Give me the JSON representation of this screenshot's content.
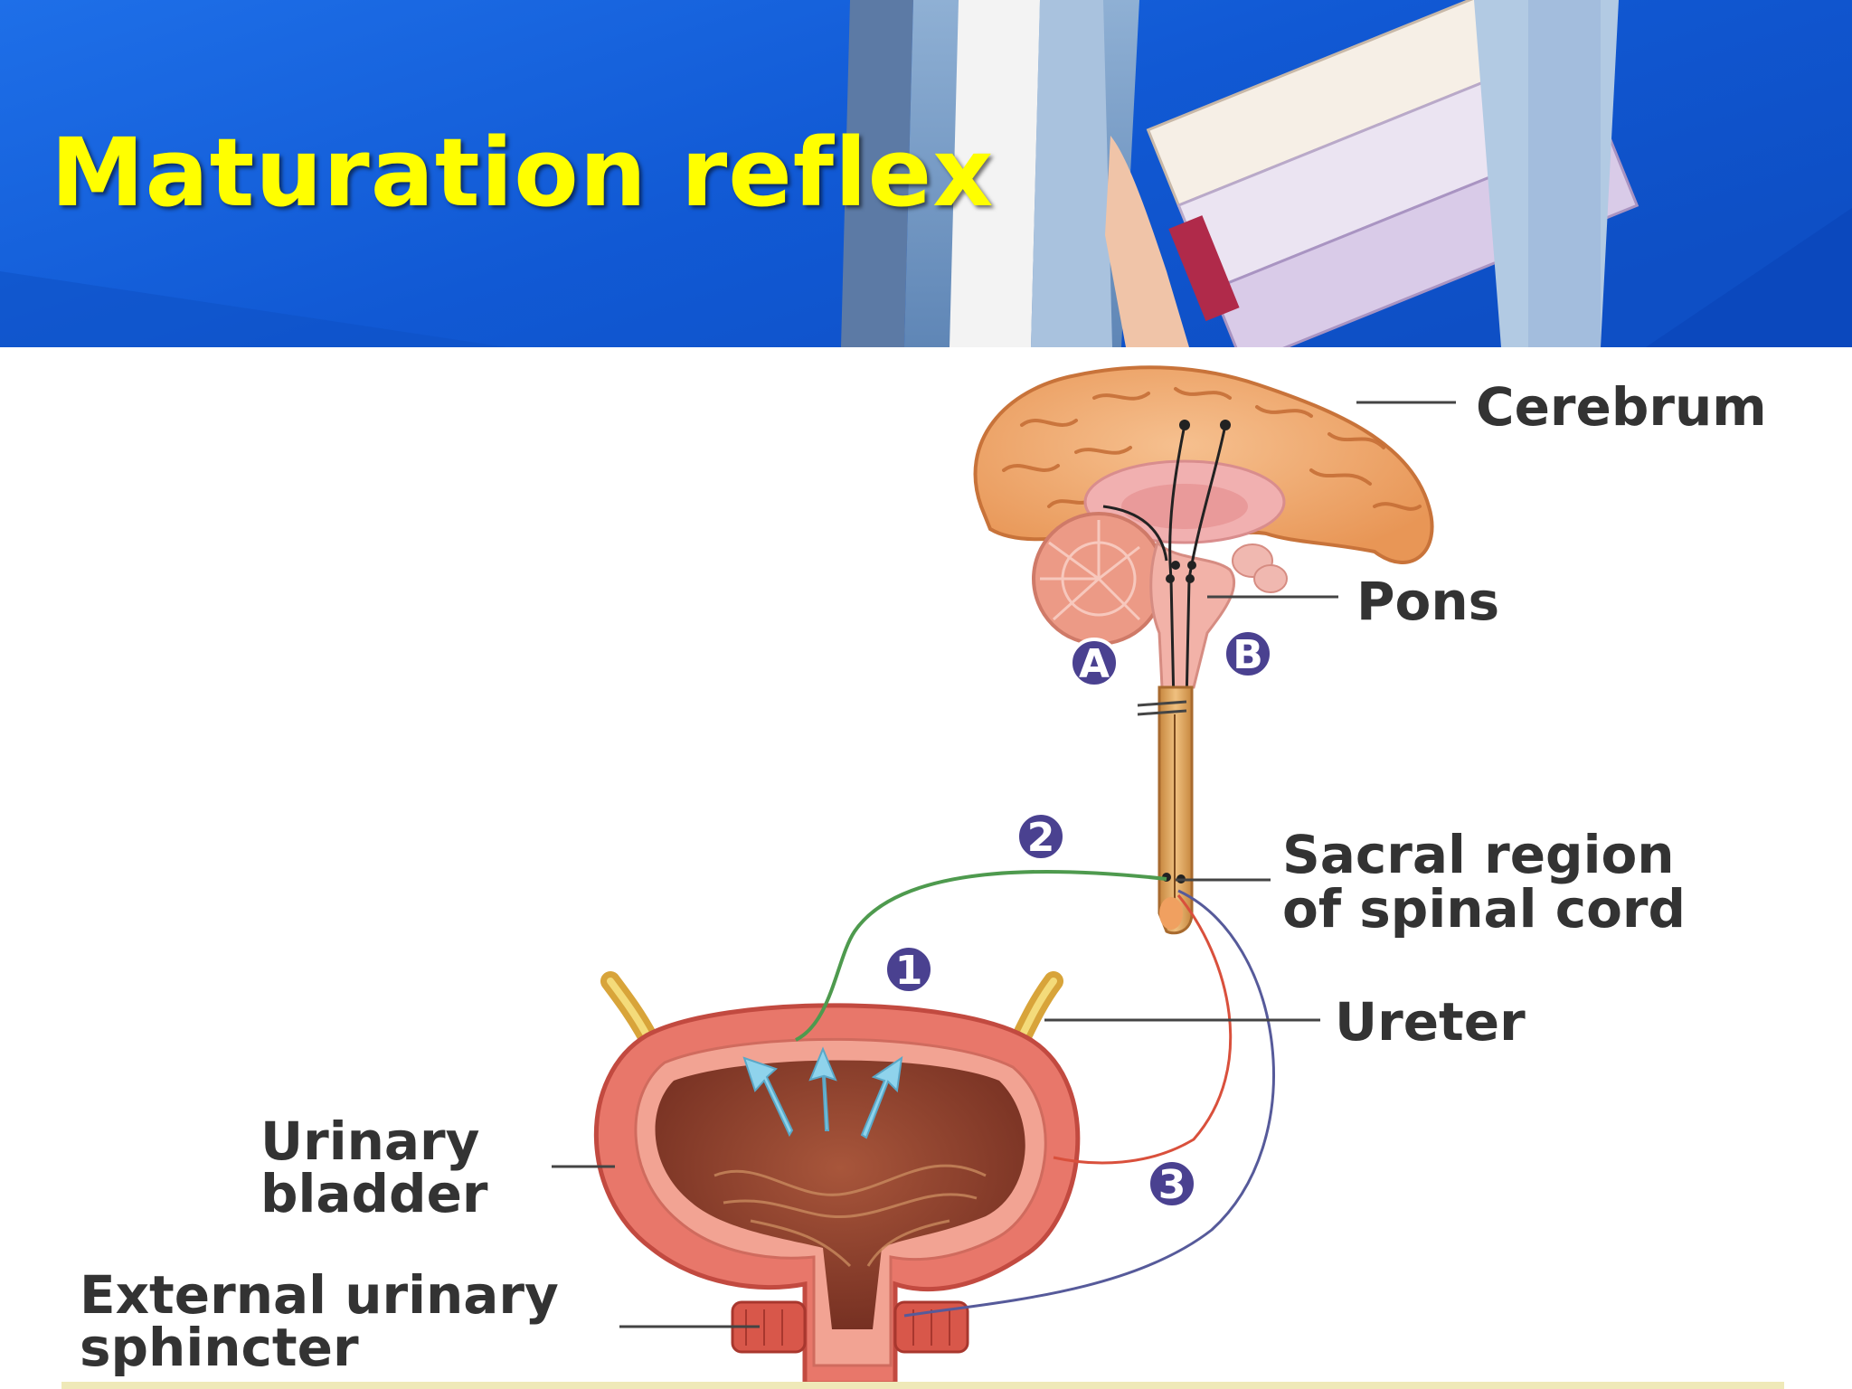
{
  "slide": {
    "title": "Maturation reflex"
  },
  "labels": {
    "cerebrum": "Cerebrum",
    "pons": "Pons",
    "sacral_line1": "Sacral region",
    "sacral_line2": "of spinal cord",
    "ureter": "Ureter",
    "bladder_line1": "Urinary",
    "bladder_line2": "bladder",
    "sphincter_line1": "External urinary",
    "sphincter_line2": "sphincter"
  },
  "badges": {
    "a": "A",
    "b": "B",
    "one": "1",
    "two": "2",
    "three": "3"
  },
  "colors": {
    "title": "#ffff00",
    "banner_blue": "#1a66dd",
    "badge_fill": "#4a4190",
    "brain": "#f2a66a",
    "bladder": "#e46a5e",
    "pathway_1_2": "#4e9a4e",
    "pathway_3": "#565a9a",
    "ureter": "#e8c24a"
  },
  "icons": {
    "photo": "student-holding-books-photo",
    "stretch_arrows": "upward-arrow-icons"
  }
}
